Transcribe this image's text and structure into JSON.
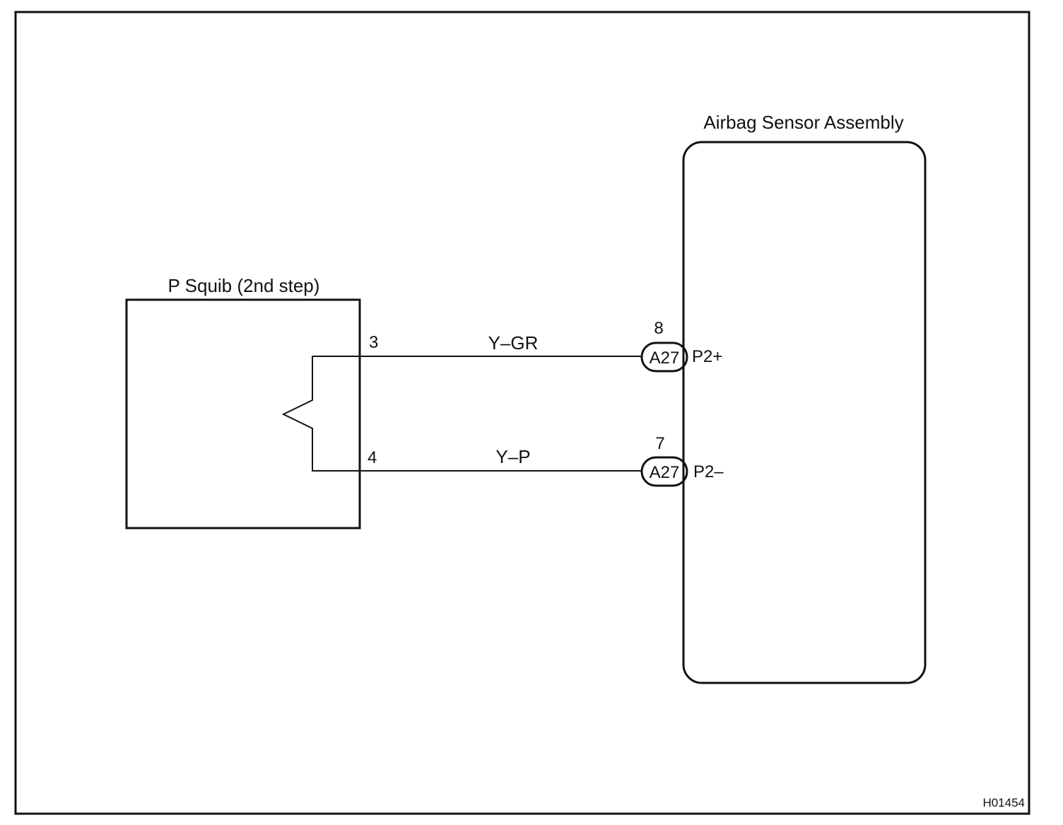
{
  "diagram_code": "H01454",
  "squib": {
    "title": "P Squib (2nd step)",
    "pin_plus": "3",
    "pin_minus": "4"
  },
  "sensor": {
    "title": "Airbag Sensor Assembly",
    "pin_plus_label": "P2+",
    "pin_minus_label": "P2–"
  },
  "wires": [
    {
      "color_code": "Y–GR",
      "connector": "A27",
      "connector_pin": "8"
    },
    {
      "color_code": "Y–P",
      "connector": "A27",
      "connector_pin": "7"
    }
  ]
}
